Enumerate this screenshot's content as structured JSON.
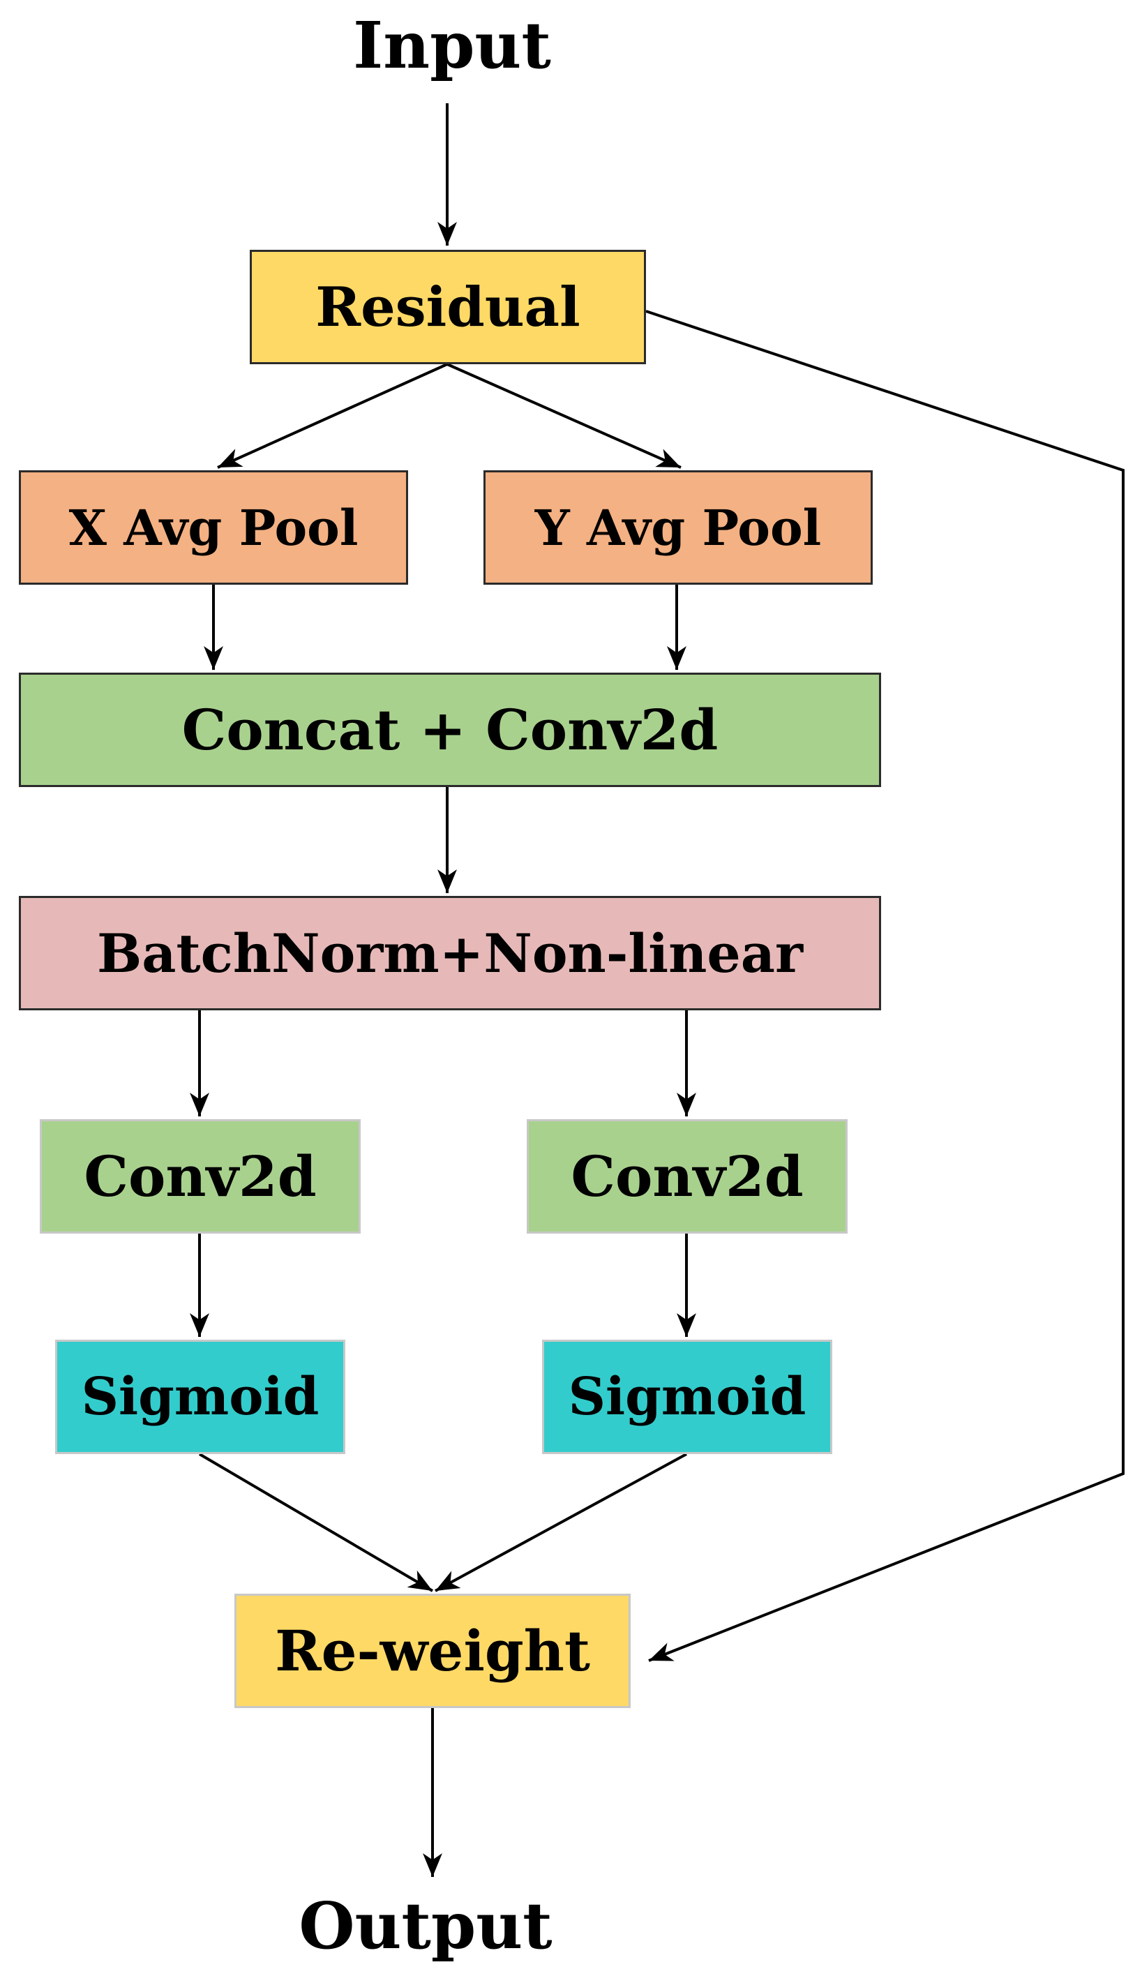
{
  "terminals": {
    "input": "Input",
    "output": "Output"
  },
  "nodes": {
    "residual": "Residual",
    "x_avg_pool": "X Avg Pool",
    "y_avg_pool": "Y Avg Pool",
    "concat_conv": "Concat + Conv2d",
    "batchnorm": "BatchNorm+Non-linear",
    "conv_left": "Conv2d",
    "conv_right": "Conv2d",
    "sigmoid_left": "Sigmoid",
    "sigmoid_right": "Sigmoid",
    "reweight": "Re-weight"
  },
  "colors": {
    "residual": "#ffd966",
    "avg_pool": "#f4b183",
    "conv": "#a9d18e",
    "batchnorm": "#e6b9b8",
    "sigmoid": "#33cccc",
    "reweight": "#ffd966",
    "line": "#000000"
  }
}
